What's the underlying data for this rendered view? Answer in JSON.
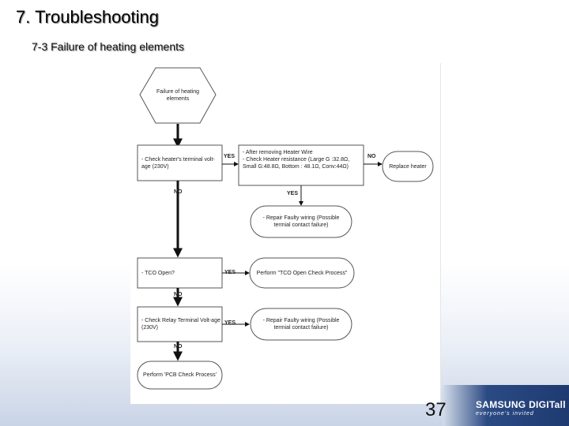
{
  "title": "7. Troubleshooting",
  "subtitle": "7-3 Failure of heating elements",
  "page_number": "37",
  "logo": {
    "main": "SAMSUNG DIGITall",
    "tagline": "everyone's invited"
  },
  "flow": {
    "start": "Failure of heating elements",
    "check_voltage": "- Check heater's terminal volt-age (230V)",
    "after_removing": "- After removing Heater Wire",
    "check_resistance": "- Check Heater resistance (Large G :32.8Ω, Small G:48.8Ω, Bottom : 48.1Ω, Conv:44Ω)",
    "replace_heater": "Replace heater",
    "repair_wiring_1": "- Repair Faulty wiring (Possible termial contact failure)",
    "tco_open": "- TCO Open?",
    "perform_tco": "Perform \"TCO Open Check Process\"",
    "check_relay": "- Check Relay Terminal Volt-age (230V)",
    "repair_wiring_2": "- Repair Faulty wiring (Possible termial contact failure)",
    "perform_pcb": "Perform 'PCB Check Process'",
    "labels": {
      "yes": "YES",
      "no": "NO"
    }
  }
}
